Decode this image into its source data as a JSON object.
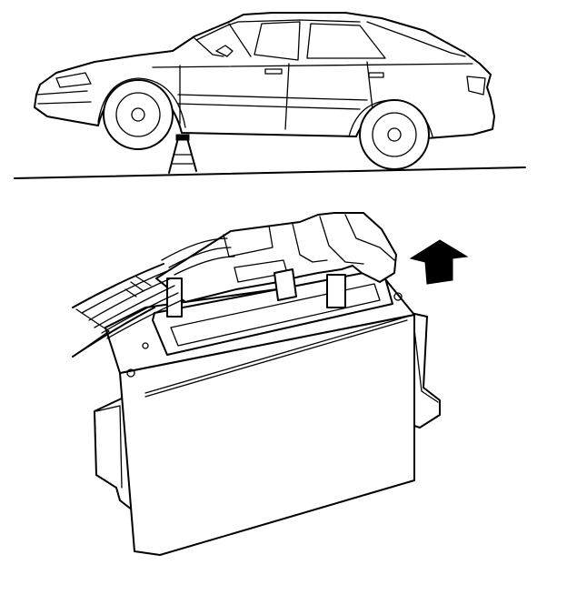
{
  "figure": {
    "kind": "service-manual-illustration",
    "upper_view": "car-raised-on-jack-stand",
    "lower_view": "control-module-with-connector-removed",
    "arrow_direction": "up",
    "line_color": "#000000",
    "background_color": "#ffffff"
  }
}
